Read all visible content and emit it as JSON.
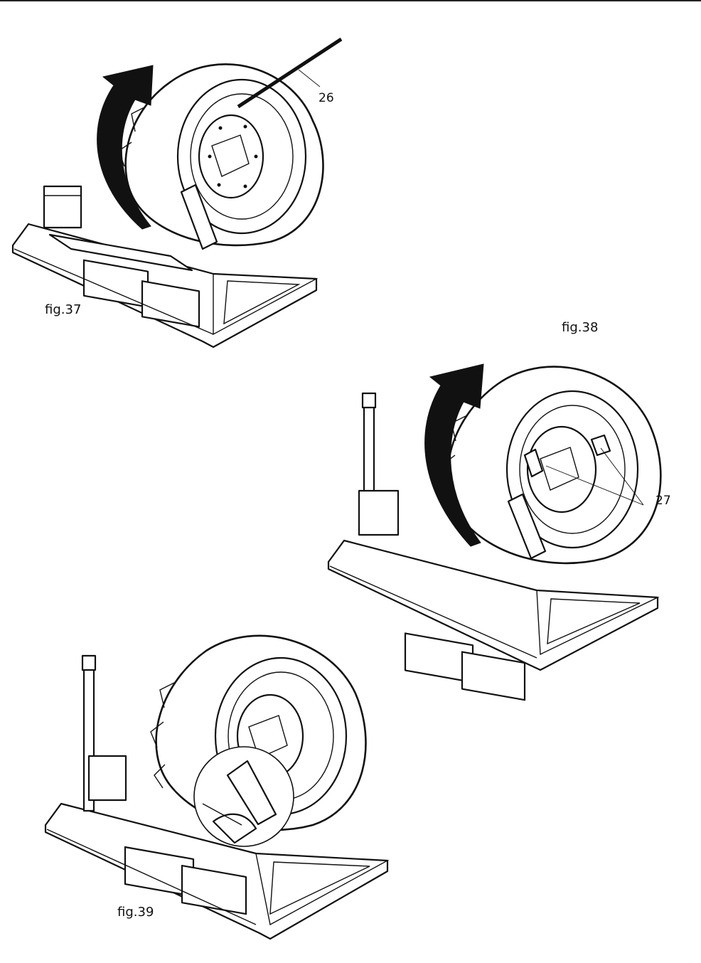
{
  "figures": [
    {
      "id": "fig37",
      "caption": "fig.37",
      "callouts": [
        "26"
      ]
    },
    {
      "id": "fig38",
      "caption": "fig.38",
      "callouts": [
        "27"
      ]
    },
    {
      "id": "fig39",
      "caption": "fig.39",
      "callouts": []
    }
  ]
}
